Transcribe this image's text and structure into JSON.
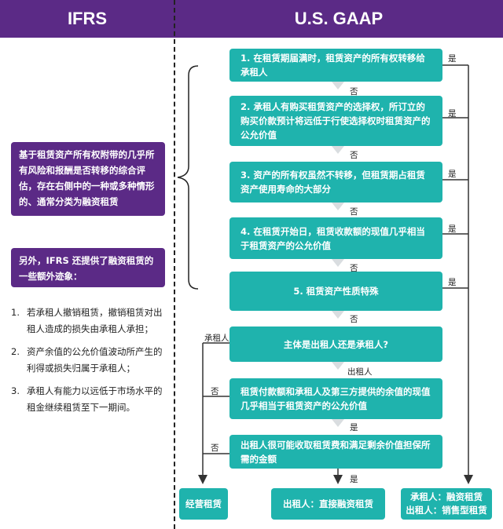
{
  "header": {
    "left": "IFRS",
    "right": "U.S. GAAP"
  },
  "ifrs": {
    "main": "基于租赁资产所有权附带的几乎所有风险和报酬是否转移的综合评估，存在右侧中的一种或多种情形的、通常分类为融资租赁",
    "extra": "另外，IFRS 还提供了融资租赁的一些额外迹象：",
    "indicators": [
      {
        "num": "1.",
        "text": "若承租人撤销租赁，撤销租赁对出租人造成的损失由承租人承担；"
      },
      {
        "num": "2.",
        "text": "资产余值的公允价值波动所产生的利得或损失归属于承租人；"
      },
      {
        "num": "3.",
        "text": "承租人有能力以远低于市场水平的租金继续租赁至下一期间。"
      }
    ]
  },
  "gaap": {
    "criteria": [
      "1. 在租赁期届满时，租赁资产的所有权转移给承租人",
      "2. 承租人有购买租赁资产的选择权，所订立的购买价款预计将远低于行使选择权时租赁资产的公允价值",
      "3. 资产的所有权虽然不转移，但租赁期占租赁资产使用寿命的大部分",
      "4. 在租赁开始日，租赁收款额的现值几乎相当于租赁资产的公允价值",
      "5. 租赁资产性质特殊"
    ],
    "q_party": "主体是出租人还是承租人?",
    "q_pv": "租赁付款额和承租人及第三方提供的余值的现值几乎相当于租赁资产的公允价值",
    "q_collect": "出租人很可能收取租赁费和满足剩余价值担保所需的金额",
    "out_operating": "经营租赁",
    "out_direct": "出租人：直接融资租赁",
    "out_finance_lessee": "承租人：融资租赁",
    "out_finance_lessor": "出租人：销售型租赁",
    "yes": "是",
    "no": "否",
    "lessee": "承租人",
    "lessor": "出租人"
  },
  "colors": {
    "purple": "#5b2a86",
    "teal": "#1fb3ad",
    "arrow": "#d9dde0"
  }
}
